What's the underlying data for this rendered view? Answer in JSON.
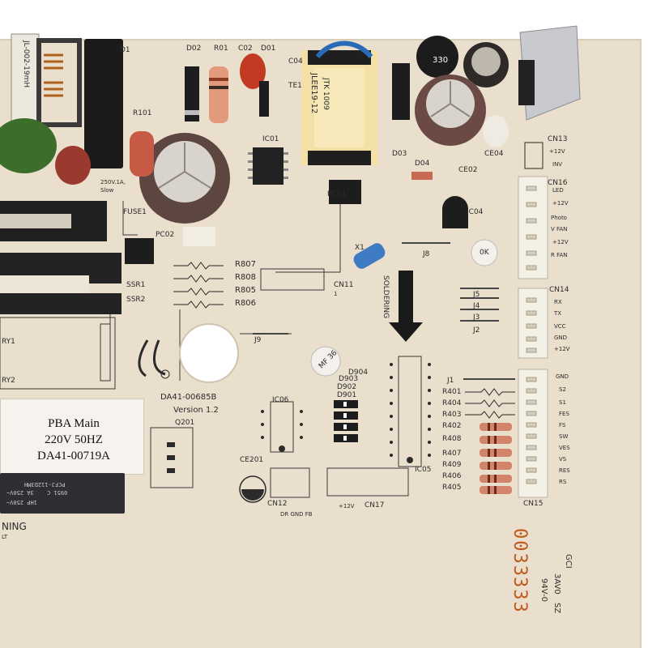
{
  "board": {
    "part_number": "DA41-00685B",
    "version": "Version 1.2",
    "soldering_label": "SOLDERING",
    "cert_marks": [
      "GCI",
      "3AV0",
      "SZ",
      "94V-0"
    ],
    "lot_stamp": "0033",
    "lot_stamp_2": "333",
    "bottom_left_text": "NING",
    "bottom_left_text_2": "LT"
  },
  "sticker": {
    "line1": "PBA Main",
    "line2": "220V 50HZ",
    "line3": "DA41-00719A"
  },
  "inductor_label": "JL-002-19mH",
  "transformer_label": {
    "line1": "JLEE19-12",
    "line2": "JTK 1009"
  },
  "fuse_rating": {
    "line1": "250V.1A,",
    "line2": "Slow"
  },
  "relay_text": {
    "line1": "PCFJ-112D3MH",
    "line2": "0951 C",
    "line3": "3A 250V~",
    "line4": "1HP 250V~"
  },
  "capacitor_marks": [
    "330",
    "MF 36",
    "0K"
  ],
  "designators": {
    "top": [
      "D1",
      "D02",
      "R01",
      "C02",
      "D01",
      "C04",
      "TE1",
      "R101",
      "IC01",
      "D03",
      "D04",
      "CE02",
      "CE04",
      "CN13"
    ],
    "mid": [
      "FUSE1",
      "PC01",
      "PC02",
      "SSR1",
      "SSR2",
      "R807",
      "R808",
      "R805",
      "R806",
      "CN11",
      "X1",
      "J8",
      "IC04",
      "CN16",
      "CN14",
      "J5",
      "J4",
      "J3",
      "J2",
      "J9",
      "RY1",
      "RY2"
    ],
    "bottom": [
      "D904",
      "D903",
      "D902",
      "D901",
      "IC06",
      "Q201",
      "CE201",
      "CN12",
      "CN17",
      "IC05",
      "J1",
      "R401",
      "R404",
      "R403",
      "R408",
      "R402",
      "R407",
      "R409",
      "R406",
      "R405",
      "CN15"
    ]
  },
  "cn13_pins": [
    "+12V",
    "INV"
  ],
  "cn16_pins": [
    "LED",
    "+12V",
    "Photo",
    "V FAN",
    "+12V",
    "R FAN"
  ],
  "cn14_pins": [
    "RX",
    "TX",
    "VCC",
    "GND",
    "+12V"
  ],
  "cn15_pins": [
    "GND",
    "S2",
    "S1",
    "FES",
    "FS",
    "SW",
    "VES",
    "VS",
    "RES",
    "RS"
  ],
  "cn12_pins": "DR GND FB",
  "cn17_pin": "+12V",
  "pin_one": "1",
  "colors": {
    "board": "#eadfcd",
    "silkscreen": "#2b2b2b",
    "stamp": "#c05a1a",
    "capacitor": "#6b4a45",
    "transformer_core": "#1f1f1f",
    "connector": "#f3f0e6"
  }
}
